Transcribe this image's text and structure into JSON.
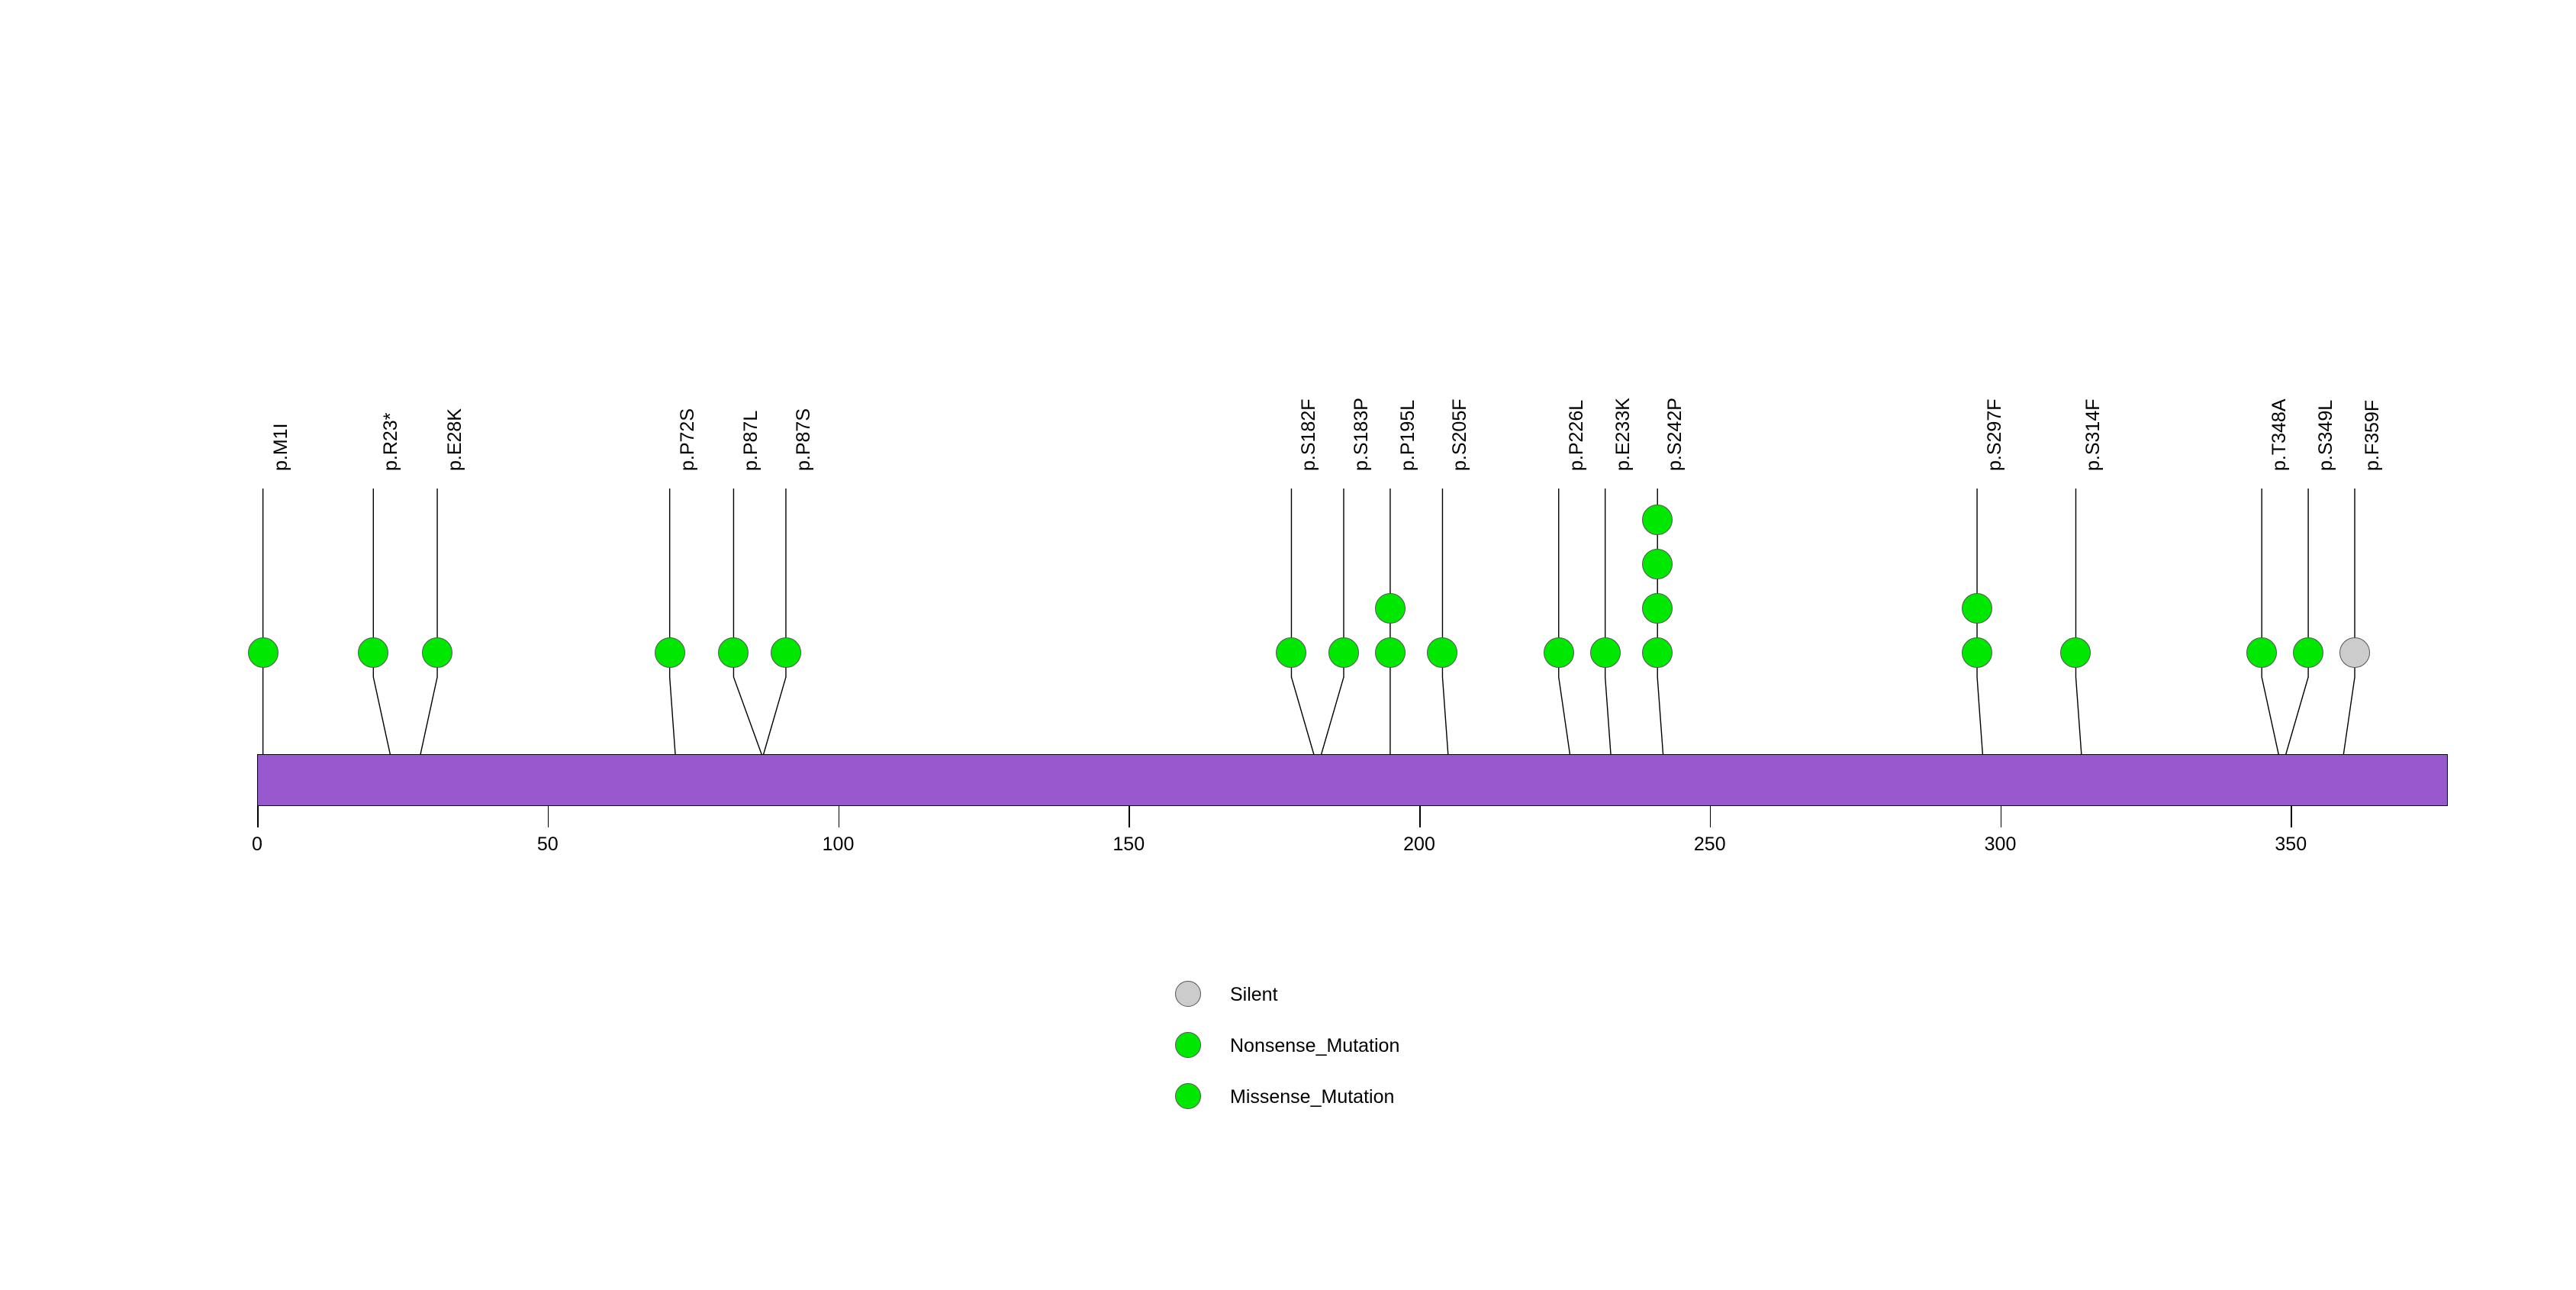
{
  "chart_data": {
    "type": "lollipop",
    "title": "",
    "xlabel": "",
    "ylabel": "",
    "xlim": [
      0,
      377
    ],
    "grid": false,
    "protein_bar": {
      "start": 0,
      "end": 377,
      "color": "#9858ce",
      "border_color": "#000000"
    },
    "axis_ticks": [
      {
        "value": 0,
        "label": "0"
      },
      {
        "value": 50,
        "label": "50"
      },
      {
        "value": 100,
        "label": "100"
      },
      {
        "value": 150,
        "label": "150"
      },
      {
        "value": 200,
        "label": "200"
      },
      {
        "value": 250,
        "label": "250"
      },
      {
        "value": 300,
        "label": "300"
      },
      {
        "value": 350,
        "label": "350"
      }
    ],
    "mutation_colors": {
      "Silent": "#cccccc",
      "Nonsense_Mutation": "#00e800",
      "Missense_Mutation": "#00e800"
    },
    "mutations": [
      {
        "label": "p.M1I",
        "position": 1,
        "count": 1,
        "type": "Missense_Mutation",
        "color": "#00e800",
        "label_x": 1,
        "stem_x": 1
      },
      {
        "label": "p.R23*",
        "position": 23,
        "count": 1,
        "type": "Nonsense_Mutation",
        "color": "#00e800",
        "label_x": 20,
        "stem_x": 20
      },
      {
        "label": "p.E28K",
        "position": 28,
        "count": 1,
        "type": "Missense_Mutation",
        "color": "#00e800",
        "label_x": 31,
        "stem_x": 31
      },
      {
        "label": "p.P72S",
        "position": 72,
        "count": 1,
        "type": "Missense_Mutation",
        "color": "#00e800",
        "label_x": 71,
        "stem_x": 71
      },
      {
        "label": "p.P87L",
        "position": 87,
        "count": 1,
        "type": "Missense_Mutation",
        "color": "#00e800",
        "label_x": 82,
        "stem_x": 82
      },
      {
        "label": "p.P87S",
        "position": 87,
        "count": 1,
        "type": "Missense_Mutation",
        "color": "#00e800",
        "label_x": 91,
        "stem_x": 91
      },
      {
        "label": "p.S182F",
        "position": 182,
        "count": 1,
        "type": "Missense_Mutation",
        "color": "#00e800",
        "label_x": 178,
        "stem_x": 178
      },
      {
        "label": "p.S183P",
        "position": 183,
        "count": 1,
        "type": "Missense_Mutation",
        "color": "#00e800",
        "label_x": 187,
        "stem_x": 187
      },
      {
        "label": "p.P195L",
        "position": 195,
        "count": 2,
        "type": "Missense_Mutation",
        "color": "#00e800",
        "label_x": 195,
        "stem_x": 195
      },
      {
        "label": "p.S205F",
        "position": 205,
        "count": 1,
        "type": "Missense_Mutation",
        "color": "#00e800",
        "label_x": 204,
        "stem_x": 204
      },
      {
        "label": "p.P226L",
        "position": 226,
        "count": 1,
        "type": "Missense_Mutation",
        "color": "#00e800",
        "label_x": 224,
        "stem_x": 224
      },
      {
        "label": "p.E233K",
        "position": 233,
        "count": 1,
        "type": "Missense_Mutation",
        "color": "#00e800",
        "label_x": 232,
        "stem_x": 232
      },
      {
        "label": "p.S242P",
        "position": 242,
        "count": 4,
        "type": "Missense_Mutation",
        "color": "#00e800",
        "label_x": 241,
        "stem_x": 241
      },
      {
        "label": "p.S297F",
        "position": 297,
        "count": 2,
        "type": "Missense_Mutation",
        "color": "#00e800",
        "label_x": 296,
        "stem_x": 296
      },
      {
        "label": "p.S314F",
        "position": 314,
        "count": 1,
        "type": "Missense_Mutation",
        "color": "#00e800",
        "label_x": 313,
        "stem_x": 313
      },
      {
        "label": "p.T348A",
        "position": 348,
        "count": 1,
        "type": "Missense_Mutation",
        "color": "#00e800",
        "label_x": 345,
        "stem_x": 345
      },
      {
        "label": "p.S349L",
        "position": 349,
        "count": 1,
        "type": "Missense_Mutation",
        "color": "#00e800",
        "label_x": 353,
        "stem_x": 353
      },
      {
        "label": "p.F359F",
        "position": 359,
        "count": 1,
        "type": "Silent",
        "color": "#cccccc",
        "label_x": 361,
        "stem_x": 361
      }
    ],
    "legend": {
      "position": "bottom-center",
      "entries": [
        {
          "label": "Silent",
          "color": "#cccccc"
        },
        {
          "label": "Nonsense_Mutation",
          "color": "#00e800"
        },
        {
          "label": "Missense_Mutation",
          "color": "#00e800"
        }
      ]
    }
  }
}
